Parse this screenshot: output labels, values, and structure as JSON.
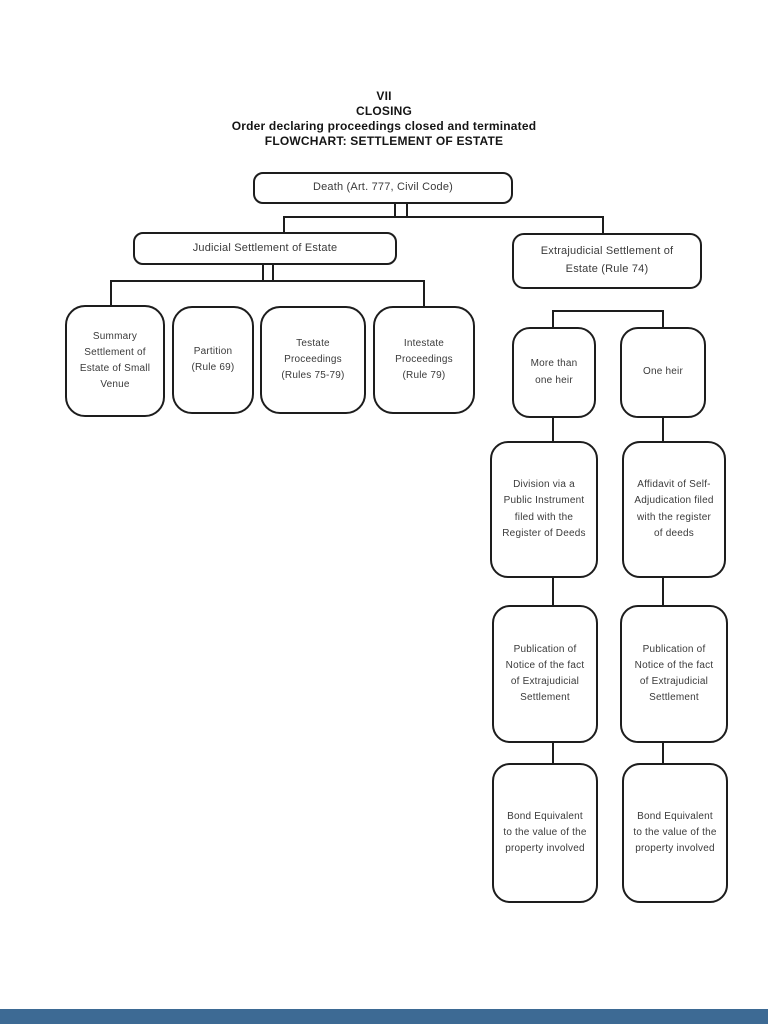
{
  "header": {
    "line1": "VII",
    "line2": "CLOSING",
    "line3": "Order declaring proceedings closed and terminated",
    "line4": "FLOWCHART: SETTLEMENT OF ESTATE"
  },
  "flowchart": {
    "nodes": {
      "death": "Death (Art. 777, Civil Code)",
      "judicial": "Judicial Settlement of Estate",
      "extrajudicial": "Extrajudicial Settlement of Estate (Rule 74)",
      "summary": "Summary Settlement of Estate of Small Venue",
      "partition": "Partition (Rule 69)",
      "testate": "Testate Proceedings (Rules 75-79)",
      "intestate": "Intestate Proceedings (Rule 79)",
      "more_heirs": "More than one heir",
      "one_heir": "One heir",
      "division": "Division via a Public Instrument filed with the Register of Deeds",
      "affidavit": "Affidavit of Self-Adjudication filed with the register of deeds",
      "publication_left": "Publication of Notice of the fact of Extrajudicial Settlement",
      "publication_right": "Publication of Notice of the fact of Extrajudicial Settlement",
      "bond_left": "Bond Equivalent to the value of the property involved",
      "bond_right": "Bond Equivalent to the value of the property involved"
    },
    "edges": [
      "death -> judicial",
      "death -> extrajudicial",
      "judicial -> summary",
      "judicial -> partition",
      "judicial -> testate",
      "judicial -> intestate",
      "extrajudicial -> more_heirs",
      "extrajudicial -> one_heir",
      "more_heirs -> division",
      "one_heir -> affidavit",
      "division -> publication_left",
      "affidavit -> publication_right",
      "publication_left -> bond_left",
      "publication_right -> bond_right"
    ]
  },
  "colors": {
    "line": "#1d1d1d",
    "text": "#3a3a3a",
    "page_background": "#ffffff",
    "footer_bar": "#3d6a94"
  }
}
